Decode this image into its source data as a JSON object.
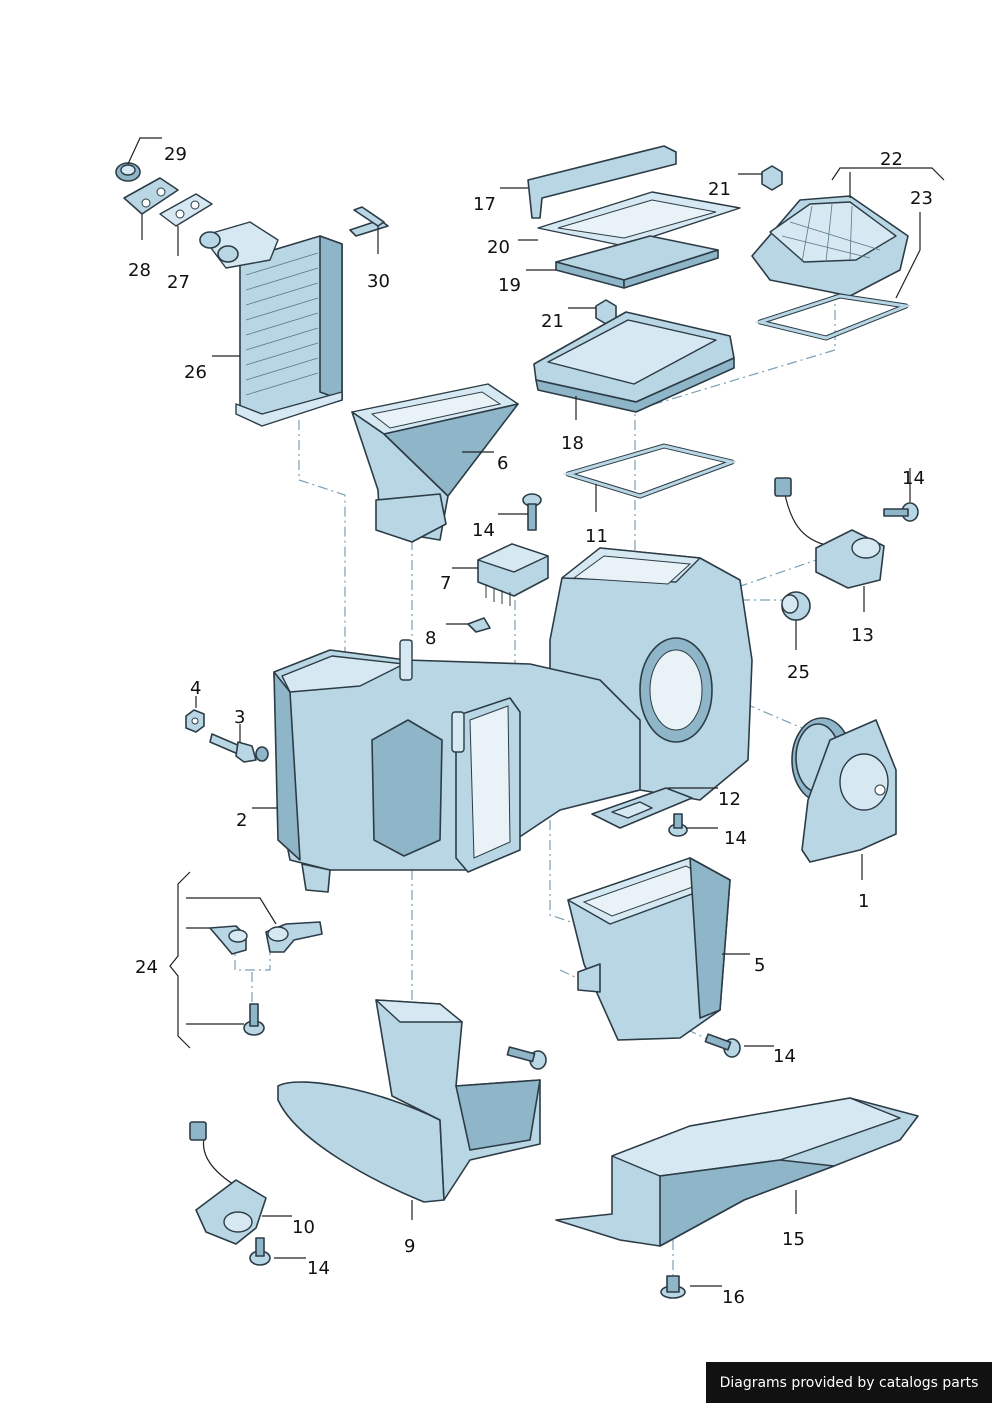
{
  "diagram": {
    "labels": [
      {
        "id": "1",
        "text": "1"
      },
      {
        "id": "2",
        "text": "2"
      },
      {
        "id": "3",
        "text": "3"
      },
      {
        "id": "4",
        "text": "4"
      },
      {
        "id": "5",
        "text": "5"
      },
      {
        "id": "6",
        "text": "6"
      },
      {
        "id": "7",
        "text": "7"
      },
      {
        "id": "8",
        "text": "8"
      },
      {
        "id": "9",
        "text": "9"
      },
      {
        "id": "10",
        "text": "10"
      },
      {
        "id": "11",
        "text": "11"
      },
      {
        "id": "12",
        "text": "12"
      },
      {
        "id": "13",
        "text": "13"
      },
      {
        "id": "14a",
        "text": "14"
      },
      {
        "id": "14b",
        "text": "14"
      },
      {
        "id": "14c",
        "text": "14"
      },
      {
        "id": "14d",
        "text": "14"
      },
      {
        "id": "14e",
        "text": "14"
      },
      {
        "id": "15",
        "text": "15"
      },
      {
        "id": "16",
        "text": "16"
      },
      {
        "id": "17",
        "text": "17"
      },
      {
        "id": "18",
        "text": "18"
      },
      {
        "id": "19",
        "text": "19"
      },
      {
        "id": "20",
        "text": "20"
      },
      {
        "id": "21a",
        "text": "21"
      },
      {
        "id": "21b",
        "text": "21"
      },
      {
        "id": "22",
        "text": "22"
      },
      {
        "id": "23",
        "text": "23"
      },
      {
        "id": "24",
        "text": "24"
      },
      {
        "id": "25",
        "text": "25"
      },
      {
        "id": "26",
        "text": "26"
      },
      {
        "id": "27",
        "text": "27"
      },
      {
        "id": "28",
        "text": "28"
      },
      {
        "id": "29",
        "text": "29"
      },
      {
        "id": "30",
        "text": "30"
      }
    ]
  },
  "footer": {
    "credit": "Diagrams provided by catalogs parts"
  },
  "colors": {
    "part_fill": "#b9d6e4",
    "part_shade": "#8fb5c8",
    "outline": "#2c3c46",
    "axis_line": "#7aa0b4"
  }
}
